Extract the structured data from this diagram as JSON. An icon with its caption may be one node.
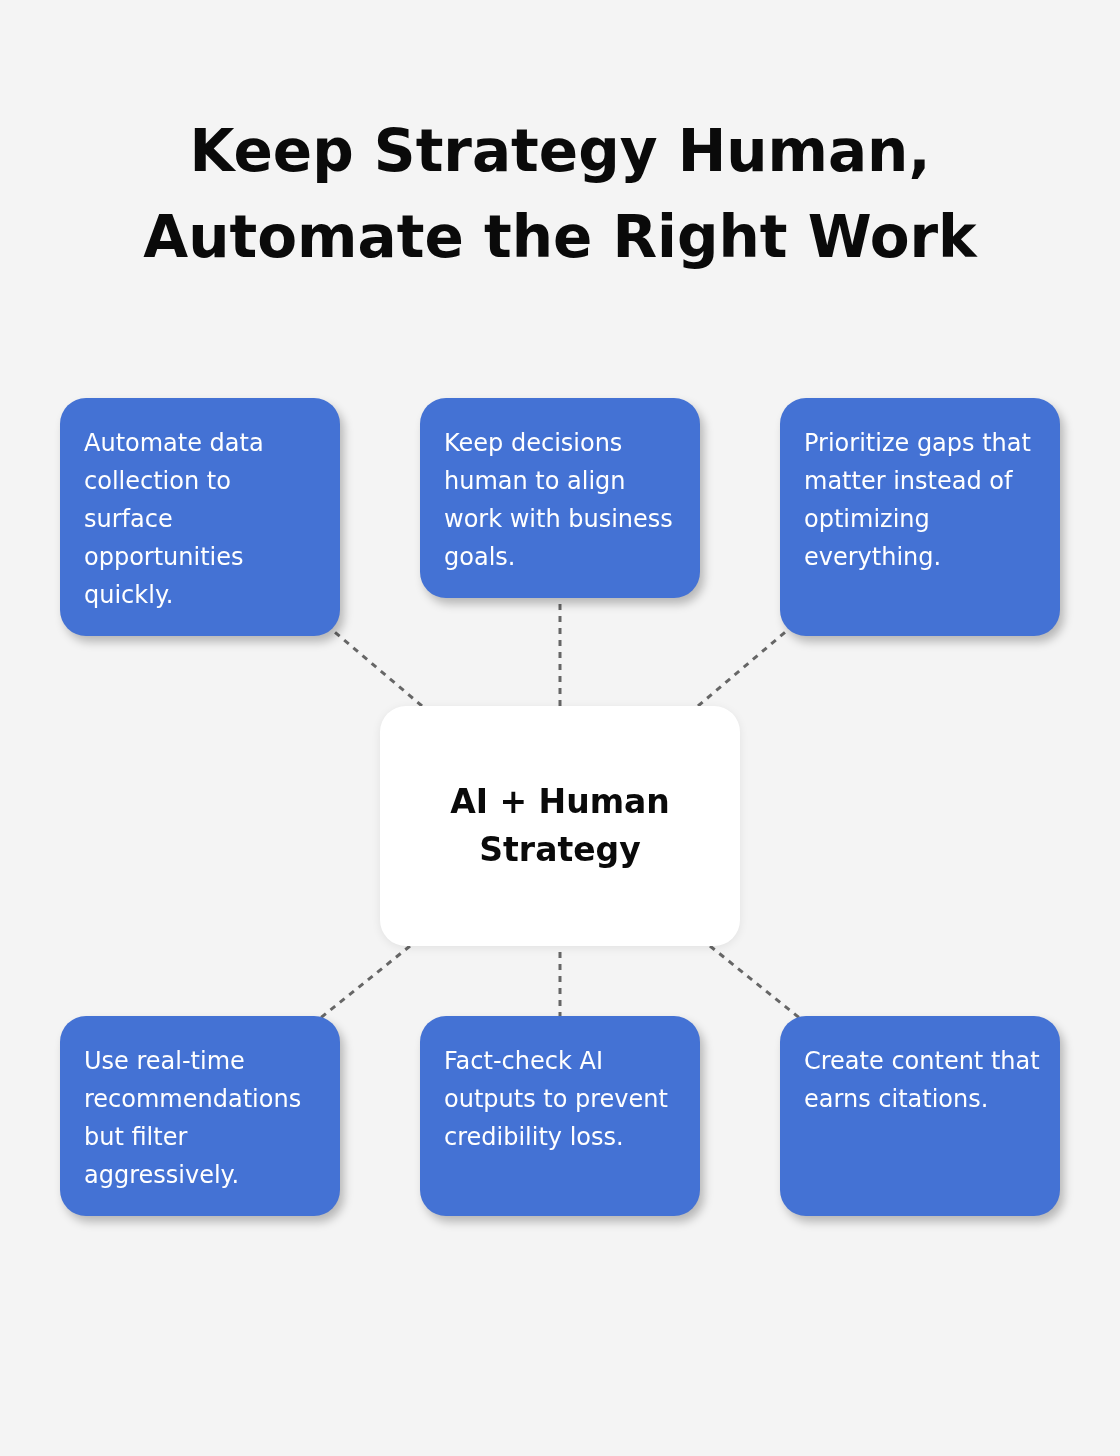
{
  "diagram": {
    "title": "Keep Strategy Human, Automate the Right Work",
    "nodes": [
      {
        "text": [
          "Automate data collection to surface opportunities quickly."
        ]
      },
      {
        "text": [
          "Keep decisions human to align work with business goals."
        ]
      },
      {
        "text": [
          "Prioritize gaps that matter instead of optimizing everything."
        ]
      },
      {
        "text": [
          "AI + Human Strategy"
        ]
      },
      {
        "text": [
          "Use real-time recommendations but filter aggressively."
        ]
      },
      {
        "text": [
          "Fact-check AI outputs to prevent credibility loss."
        ]
      },
      {
        "text": [
          "Create content that earns citations."
        ]
      }
    ],
    "edges": [
      {
        "from": 3,
        "to": 0,
        "arrow": "none",
        "style": "dashed"
      },
      {
        "from": 3,
        "to": 1,
        "arrow": "none",
        "style": "dashed"
      },
      {
        "from": 3,
        "to": 2,
        "arrow": "none",
        "style": "dashed"
      },
      {
        "from": 3,
        "to": 4,
        "arrow": "none",
        "style": "dashed"
      },
      {
        "from": 3,
        "to": 5,
        "arrow": "none",
        "style": "dashed"
      },
      {
        "from": 3,
        "to": 6,
        "arrow": "none",
        "style": "dashed"
      }
    ]
  }
}
